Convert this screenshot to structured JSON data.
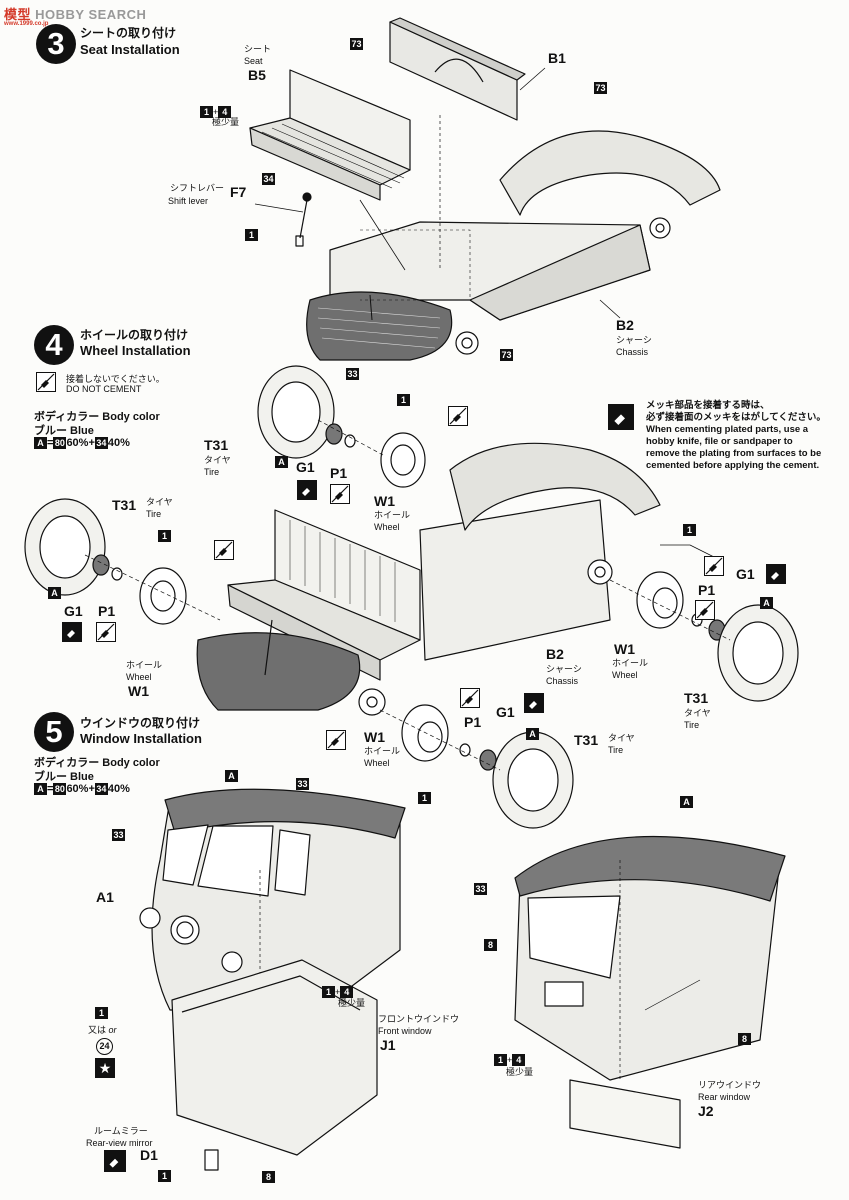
{
  "watermark": {
    "main": "模型",
    "main2": "HOBBY SEARCH",
    "sub": "www.1999.co.jp"
  },
  "part_box_labels": [
    "73",
    "73",
    "73",
    "33",
    "34",
    "1",
    "1",
    "4",
    "1",
    "1",
    "1",
    "1",
    "1",
    "A",
    "A",
    "A",
    "A",
    "A",
    "33",
    "33",
    "1",
    "4",
    "8",
    "8",
    "1",
    "4",
    "34",
    "80",
    "80",
    "34"
  ],
  "step3": {
    "number": "3",
    "title_jp": "シートの取り付け",
    "title_en": "Seat Installation",
    "seat_jp": "シート",
    "seat_en": "Seat",
    "seat_part": "B5",
    "plus": "+",
    "glue_note": "極少量",
    "shift_jp": "シフトレバー",
    "shift_en": "Shift lever",
    "shift_part": "F7",
    "b1": "B1",
    "b2": "B2",
    "chassis_jp": "シャーシ",
    "chassis_en": "Chassis"
  },
  "step4": {
    "number": "4",
    "title_jp": "ホイールの取り付け",
    "title_en": "Wheel Installation",
    "nocement_jp": "接着しないでください。",
    "nocement_en": "DO NOT CEMENT",
    "body_color": "ボディカラー Body color",
    "blue": "ブルー Blue",
    "mix_a": "A",
    "mix_eq": "=",
    "mix_p1": "60%+",
    "mix_p2": "40%",
    "t31": "T31",
    "tire_jp": "タイヤ",
    "tire_en": "Tire",
    "g1": "G1",
    "p1": "P1",
    "w1": "W1",
    "wheel_jp": "ホイール",
    "wheel_en": "Wheel",
    "b2": "B2",
    "chassis_jp": "シャーシ",
    "chassis_en": "Chassis",
    "plated_jp1": "メッキ部品を接着する時は、",
    "plated_jp2": "必ず接着面のメッキをはがしてください。",
    "plated_en": "When cementing plated parts, use a hobby knife, file or sandpaper to remove the plating from surfaces to be cemented before applying the cement."
  },
  "step5": {
    "number": "5",
    "title_jp": "ウインドウの取り付け",
    "title_en": "Window Installation",
    "body_color": "ボディカラー Body color",
    "blue": "ブルー Blue",
    "a1": "A1",
    "or_jp": "又は",
    "or_en": "or",
    "decal": "24",
    "front_jp": "フロントウインドウ",
    "front_en": "Front window",
    "j1": "J1",
    "mirror_jp": "ルームミラー",
    "mirror_en": "Rear-view mirror",
    "d1": "D1",
    "rear_jp": "リアウインドウ",
    "rear_en": "Rear window",
    "j2": "J2",
    "glue_note": "極少量"
  },
  "colors": {
    "ink": "#111111",
    "paper": "#fcfcfa",
    "fill": "#e6e6e2",
    "fill_dark": "#6f6f6f"
  }
}
